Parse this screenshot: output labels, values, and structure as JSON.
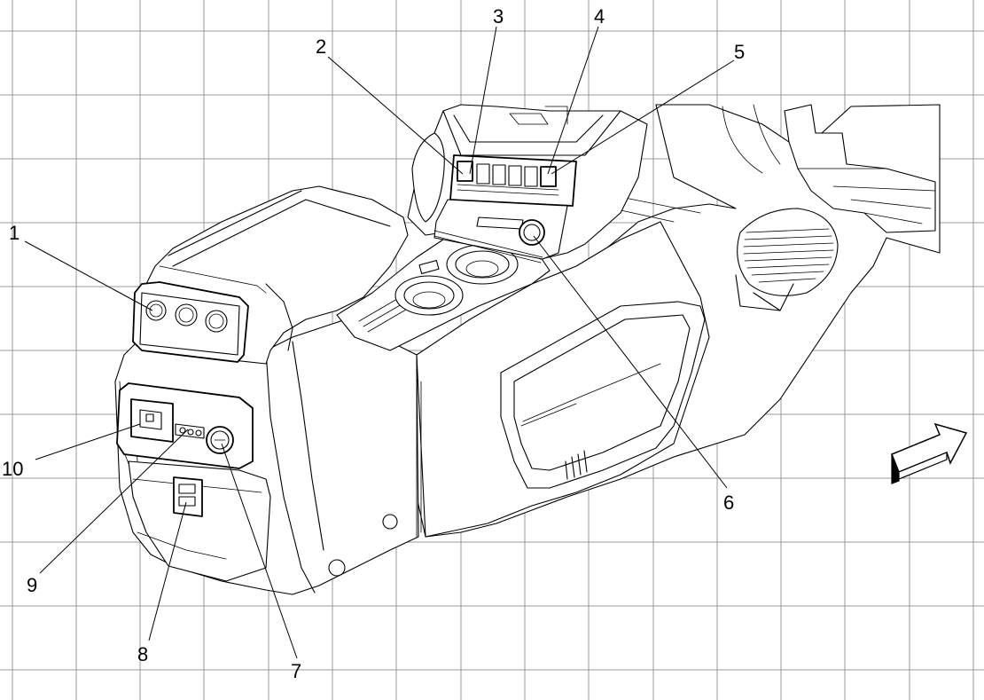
{
  "diagram": {
    "colors": {
      "grid": "#9a9a9a",
      "ink": "#000000",
      "paper": "#ffffff"
    },
    "callouts": [
      {
        "id": "1",
        "label": "1"
      },
      {
        "id": "2",
        "label": "2"
      },
      {
        "id": "3",
        "label": "3"
      },
      {
        "id": "4",
        "label": "4"
      },
      {
        "id": "5",
        "label": "5"
      },
      {
        "id": "6",
        "label": "6"
      },
      {
        "id": "7",
        "label": "7"
      },
      {
        "id": "8",
        "label": "8"
      },
      {
        "id": "9",
        "label": "9"
      },
      {
        "id": "10",
        "label": "10"
      }
    ],
    "icons": [
      "forward-direction-arrow-icon"
    ]
  }
}
